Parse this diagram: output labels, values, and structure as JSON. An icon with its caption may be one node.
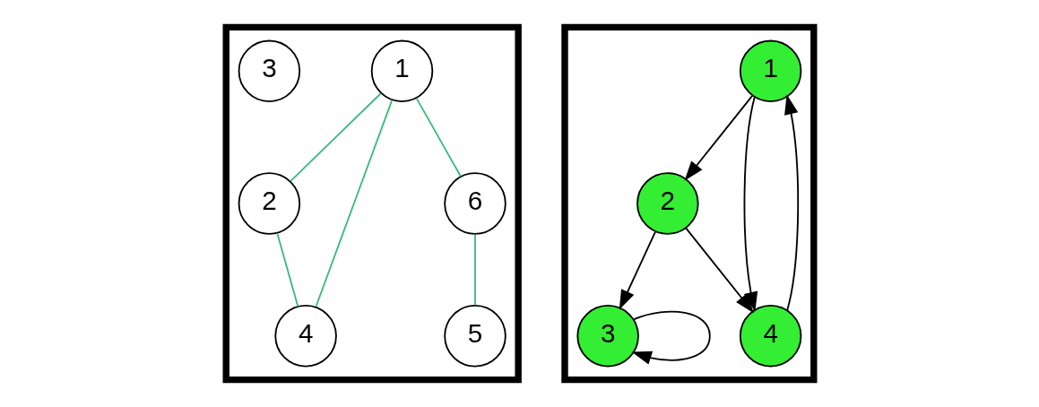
{
  "diagram": {
    "nodes": [
      {
        "text": [],
        "shape": "box"
      },
      {
        "text": [
          "1"
        ],
        "in": 0
      },
      {
        "text": [
          "2"
        ],
        "in": 0
      },
      {
        "text": [
          "3"
        ],
        "in": 0
      },
      {
        "text": [
          "4"
        ],
        "in": 0
      },
      {
        "text": [
          "5"
        ],
        "in": 0
      },
      {
        "text": [
          "6"
        ],
        "in": 0
      },
      {
        "text": [],
        "shape": "box"
      },
      {
        "text": [
          "1"
        ],
        "in": 7
      },
      {
        "text": [
          "2"
        ],
        "in": 7
      },
      {
        "text": [
          "3"
        ],
        "in": 7
      },
      {
        "text": [
          "4"
        ],
        "in": 7
      }
    ],
    "edges": [
      {
        "from": 1,
        "to": 2,
        "arrow": "none",
        "color": "#3cba78"
      },
      {
        "from": 1,
        "to": 4,
        "arrow": "none",
        "color": "#3cba78"
      },
      {
        "from": 1,
        "to": 6,
        "arrow": "none",
        "color": "#3cba78"
      },
      {
        "from": 2,
        "to": 4,
        "arrow": "none",
        "color": "#3cba78"
      },
      {
        "from": 6,
        "to": 5,
        "arrow": "none",
        "color": "#3cba78"
      },
      {
        "from": 8,
        "to": 9,
        "arrow": "to"
      },
      {
        "from": 9,
        "to": 10,
        "arrow": "to"
      },
      {
        "from": 9,
        "to": 11,
        "arrow": "to"
      },
      {
        "from": 10,
        "to": 10,
        "arrow": "to"
      },
      {
        "from": 8,
        "to": 11,
        "arrow": "to"
      },
      {
        "from": 11,
        "to": 8,
        "arrow": "to"
      }
    ]
  }
}
